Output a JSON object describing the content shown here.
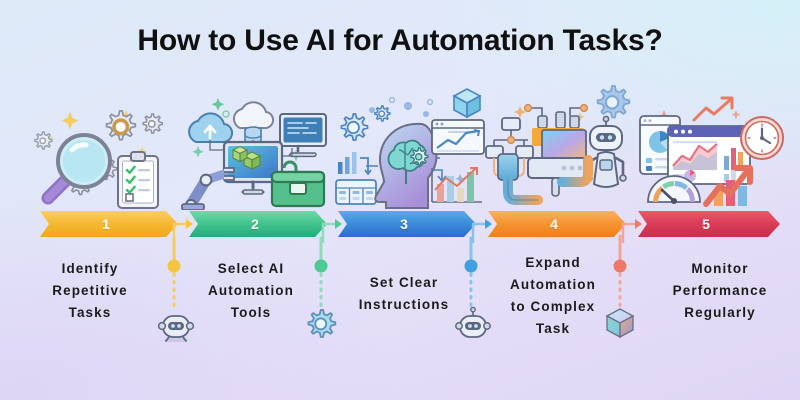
{
  "title": "How to Use AI for Automation Tasks?",
  "colors": {
    "background_top_right": "#d6f0f8",
    "background_bottom_left": "#ded6f4",
    "title_text": "#101010",
    "caption_text": "#1b1b1b",
    "step1": "#f5b731",
    "step1_light": "#fbd26a",
    "step2": "#3fc08a",
    "step2_light": "#6fd7a4",
    "step3": "#3a7fd5",
    "step3_light": "#4aa3e8",
    "step4": "#f38b2b",
    "step4_light": "#fbab4e",
    "step5": "#d63a56",
    "step5_light": "#ea5a6a"
  },
  "steps": [
    {
      "number": "1",
      "caption": "Identify Repetitive Tasks",
      "caption_lines": [
        "Identify",
        "Repetitive",
        "Tasks"
      ],
      "color": "#f5b731",
      "illustration_name": "magnifier-gears-clipboard-illustration",
      "illustration_parts": [
        "magnifying-glass-icon",
        "gear-icon",
        "clipboard-checklist-icon",
        "sparkle-icon"
      ]
    },
    {
      "number": "2",
      "caption": "Select AI Automation Tools",
      "caption_lines": [
        "Select AI",
        "Automation",
        "Tools"
      ],
      "color": "#3fc08a",
      "illustration_name": "robot-arm-monitor-toolbox-illustration",
      "illustration_parts": [
        "cloud-upload-icon",
        "cloud-database-icon",
        "monitor-code-icon",
        "monitor-boxes-icon",
        "robotic-arm-icon",
        "toolbox-icon"
      ]
    },
    {
      "number": "3",
      "caption": "Set Clear Instructions",
      "caption_lines": [
        "Set Clear",
        "Instructions"
      ],
      "color": "#3a7fd5",
      "illustration_name": "brain-head-analytics-illustration",
      "illustration_parts": [
        "head-brain-icon",
        "gear-icon",
        "line-chart-icon",
        "bar-chart-icon",
        "cube-icon",
        "table-icon"
      ]
    },
    {
      "number": "4",
      "caption": "Expand Automation to Complex Task",
      "caption_lines": [
        "Expand",
        "Automation",
        "to Complex",
        "Task"
      ],
      "color": "#f38b2b",
      "illustration_name": "flowchart-machine-robot-illustration",
      "illustration_parts": [
        "flowchart-icon",
        "machine-screen-icon",
        "robot-icon",
        "pipe-icon",
        "gear-icon"
      ]
    },
    {
      "number": "5",
      "caption": "Monitor Performance Regularly",
      "caption_lines": [
        "Monitor",
        "Performance",
        "Regularly"
      ],
      "color": "#d63a56",
      "illustration_name": "dashboard-clock-gauge-illustration",
      "illustration_parts": [
        "pie-chart-icon",
        "dashboard-window-icon",
        "clock-icon",
        "gauge-icon",
        "growth-arrow-icon",
        "bar-chart-icon"
      ]
    }
  ],
  "connectors": [
    {
      "name": "connector-1",
      "dot_color": "#f5c63c",
      "line_color": "#f3cc66",
      "icon": "robot-head-icon"
    },
    {
      "name": "connector-2",
      "dot_color": "#4ecb95",
      "line_color": "#8fdcbb",
      "icon": "gear-icon"
    },
    {
      "name": "connector-3",
      "dot_color": "#3f9fe0",
      "line_color": "#86c3ea",
      "icon": "robot-head-icon"
    },
    {
      "name": "connector-4",
      "dot_color": "#ef7a6a",
      "line_color": "#f0a79b",
      "icon": "cube-icon"
    }
  ]
}
